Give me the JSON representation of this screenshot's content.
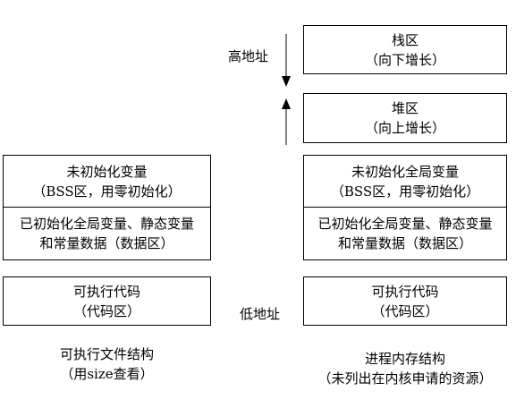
{
  "left_column": {
    "uninit": {
      "line1": "未初始化变量",
      "line2": "（BSS区，用零初始化）"
    },
    "init": {
      "line1": "已初始化全局变量、静态变量",
      "line2": "和常量数据（数据区）"
    },
    "code": {
      "line1": "可执行代码",
      "line2": "（代码区）"
    },
    "caption": {
      "line1": "可执行文件结构",
      "line2": "（用size查看）"
    }
  },
  "right_column": {
    "stack": {
      "line1": "栈区",
      "line2": "（向下增长）"
    },
    "heap": {
      "line1": "堆区",
      "line2": "（向上增长）"
    },
    "uninit": {
      "line1": "未初始化全局变量",
      "line2": "（BSS区，用零初始化）"
    },
    "init": {
      "line1": "已初始化全局变量、静态变量",
      "line2": "和常量数据（数据区）"
    },
    "code": {
      "line1": "可执行代码",
      "line2": "（代码区）"
    },
    "caption": {
      "line1": "进程内存结构",
      "line2": "（未列出在内核申请的资源）"
    }
  },
  "labels": {
    "high_address": "高地址",
    "low_address": "低地址"
  }
}
